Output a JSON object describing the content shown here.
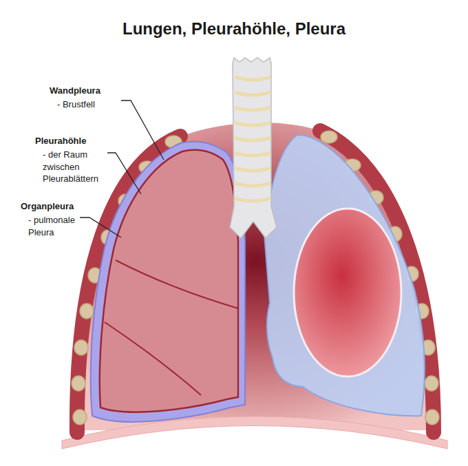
{
  "diagram": {
    "title": "Lungen, Pleurahöhle, Pleura",
    "labels": [
      "Wandpleura",
      "- Brustfell",
      "Pleurahöhle",
      "- der Raum zwischen Pleurablättern",
      "Organpleura",
      "- pulmonale Pleura"
    ]
  }
}
